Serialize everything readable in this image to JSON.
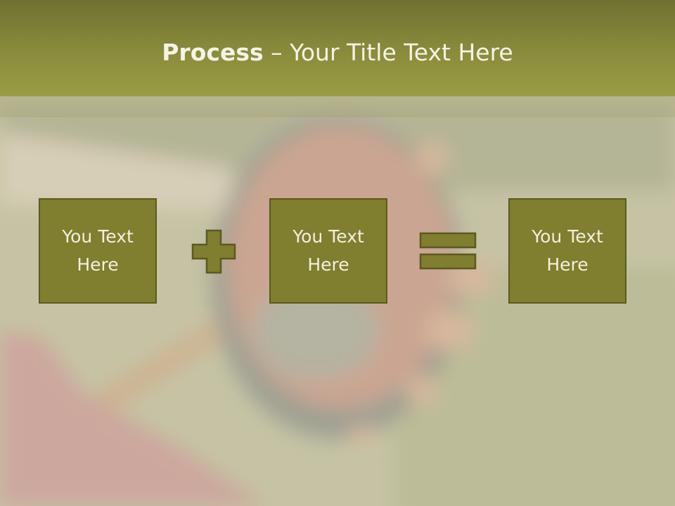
{
  "slide": {
    "title_bold": "Process",
    "title_dash": " – ",
    "title_rest": "Your Title Text Here",
    "boxes": [
      {
        "line1": "You Text",
        "line2": "Here"
      },
      {
        "line1": "You Text",
        "line2": "Here"
      },
      {
        "line1": "You Text",
        "line2": "Here"
      }
    ],
    "operators": [
      "plus-icon",
      "equals-icon"
    ]
  },
  "colors": {
    "header": "#8a8c3c",
    "box_fill": "#807e2f",
    "box_border": "#5b5a1e",
    "text_light": "#f4f3e6"
  }
}
